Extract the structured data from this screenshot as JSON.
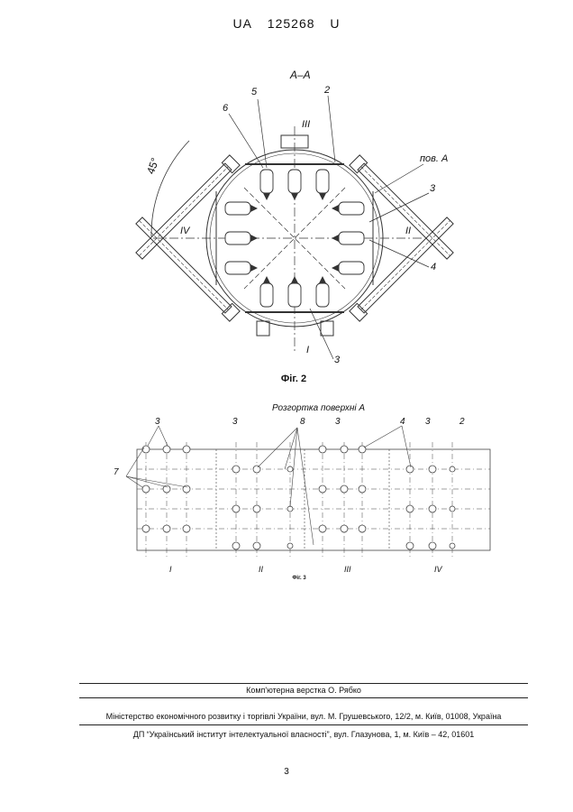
{
  "header": {
    "country": "UA",
    "number": "125268",
    "kind": "U"
  },
  "figure2": {
    "section_label": "А–А",
    "callout_5": "5",
    "callout_2": "2",
    "callout_6": "6",
    "callout_3_right": "3",
    "callout_4": "4",
    "callout_3_bottom": "3",
    "detail_label": "пов. А",
    "angle_label": "45°",
    "axis_III": "III",
    "axis_II": "II",
    "axis_IV": "IV",
    "axis_I": "I",
    "caption": "Фіг. 2"
  },
  "figure3": {
    "title": "Розгортка поверхні А",
    "callouts": {
      "c3a": "3",
      "c3b": "3",
      "c8": "8",
      "c3c": "3",
      "c4": "4",
      "c3d": "3",
      "c2": "2",
      "c7": "7"
    },
    "sections": [
      "I",
      "II",
      "III",
      "IV"
    ],
    "caption": "Фіг. 3"
  },
  "footer": {
    "typesetting": "Комп'ютерна верстка О. Рябко",
    "ministry": "Міністерство економічного розвитку і торгівлі України, вул. М. Грушевського, 12/2, м. Київ, 01008, Україна",
    "institute": "ДП “Український інститут інтелектуальної власності”, вул. Глазунова, 1, м. Київ – 42, 01601"
  },
  "page_number": "3"
}
